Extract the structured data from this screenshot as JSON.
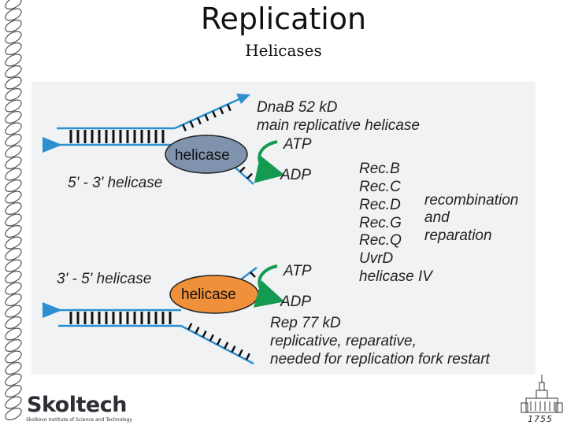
{
  "slide": {
    "title": "Replication",
    "subtitle": "Helicases"
  },
  "diagram": {
    "top_fork": {
      "enzyme_label": "helicase",
      "direction_label": "5' - 3' helicase",
      "protein_name": "DnaB  52 kD",
      "protein_desc": "main replicative helicase",
      "atp": "ATP",
      "adp": "ADP"
    },
    "middle_list": {
      "proteins": [
        "Rec.B",
        "Rec.C",
        "Rec.D",
        "Rec.G",
        "Rec.Q",
        "UvrD",
        "helicase IV"
      ],
      "function_lines": [
        "recombination",
        "and",
        "reparation"
      ]
    },
    "bottom_fork": {
      "enzyme_label": "helicase",
      "direction_label": "3' - 5' helicase",
      "atp": "ATP",
      "adp": "ADP",
      "protein_name": "Rep  77 kD",
      "protein_desc_lines": [
        "replicative, reparative,",
        "needed for replication fork restart"
      ]
    },
    "colors": {
      "dna_strand": "#2b8fd0",
      "rung": "#111111",
      "top_enzyme_fill": "#7f93ae",
      "bottom_enzyme_fill": "#f0903a",
      "arrow_green": "#159a52",
      "panel_bg": "#f1f2f3"
    }
  },
  "footer": {
    "logo_text": "Skoltech",
    "logo_subtext": "Skolkovo Institute of Science and Technology",
    "year": "1755"
  }
}
